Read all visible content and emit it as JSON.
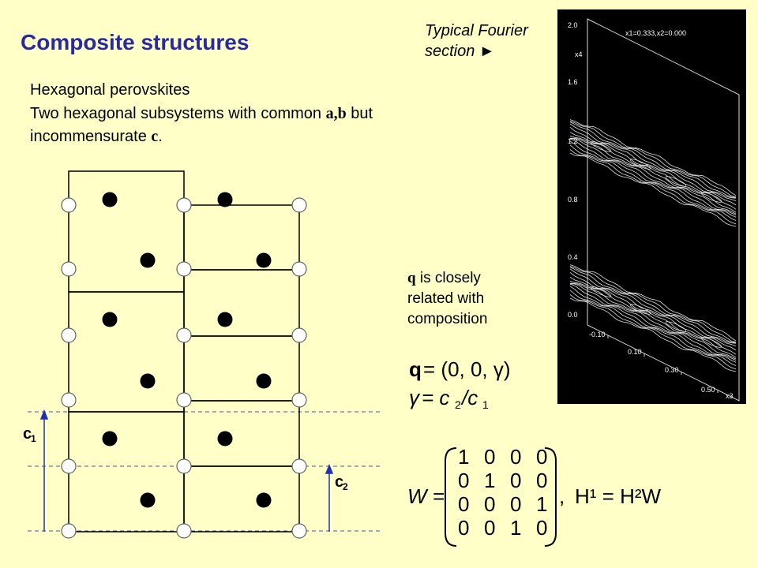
{
  "title": "Composite structures",
  "subtitle": "Hexagonal perovskites",
  "desc": {
    "line1_pre": "Two hexagonal subsystems with common ",
    "line1_bold": "a,b",
    "line1_post": " but",
    "line2_pre": "incommensurate ",
    "line2_bold": "c",
    "line2_post": "."
  },
  "fourier_label": {
    "line1": "Typical Fourier",
    "line2": "section ►"
  },
  "fourier_plot": {
    "header": "x1=0.333,x2=0.000",
    "x_axis_name": "x3",
    "y_axis_name": "x4",
    "y_ticks": [
      "2.0",
      "1.6",
      "1.2",
      "0.8",
      "0.4",
      "0.0"
    ],
    "x_ticks": [
      "-0.10",
      "0.10",
      "0.30",
      "0.50"
    ]
  },
  "q_note": {
    "q": "q",
    "rest1": " is closely",
    "line2": "related with",
    "line3": "composition"
  },
  "formulas": {
    "q_lhs": "q",
    "q_rhs": "= (0, 0, γ)",
    "gamma_lhs": "γ",
    "gamma_rhs": "= c",
    "gamma_sub2": "2",
    "gamma_slash": "/c",
    "gamma_sub1": "1",
    "w_lhs": "W =",
    "matrix": [
      [
        "1",
        "0",
        "0",
        "0"
      ],
      [
        "0",
        "1",
        "0",
        "0"
      ],
      [
        "0",
        "0",
        "0",
        "1"
      ],
      [
        "0",
        "0",
        "1",
        "0"
      ]
    ],
    "comma": ",",
    "h_rel": "H¹ = H²W"
  },
  "labels": {
    "c1": "c",
    "c1_sub": "1",
    "c2": "c",
    "c2_sub": "2"
  }
}
